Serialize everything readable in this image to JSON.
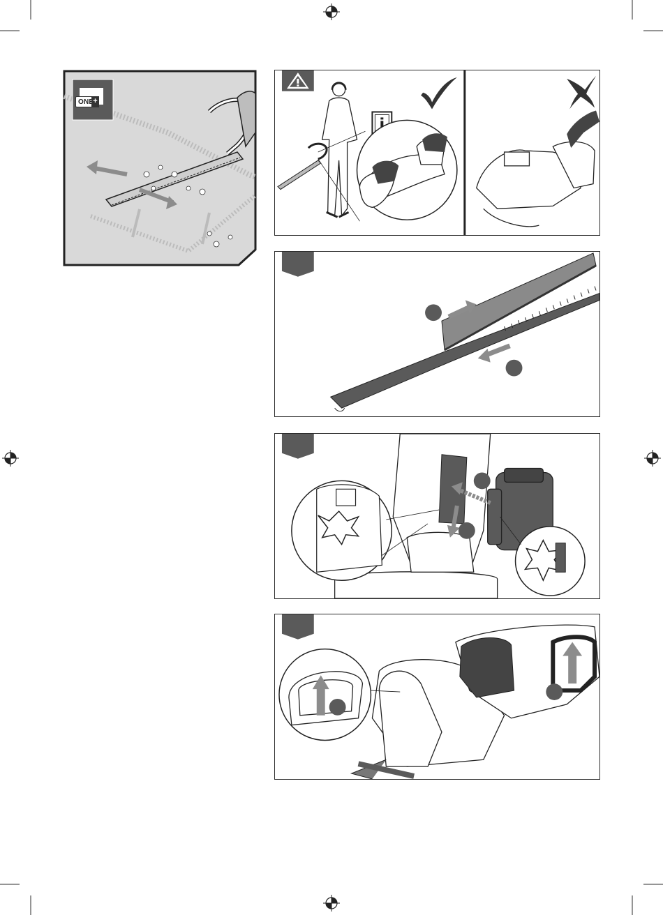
{
  "colors": {
    "line": "#2b2b2b",
    "grey_fill": "#d9d9d9",
    "badge": "#5a5a5a",
    "arrow": "#8c8c8c"
  },
  "figure_1": {
    "battery_badge": {
      "text": "ONE",
      "icon": "plus-icon"
    }
  },
  "figure_2": {
    "warning_icon": "warning-triangle-icon",
    "info_icon": "info-icon",
    "correct_icon": "checkmark-icon",
    "incorrect_icon": "cross-icon"
  },
  "steps": [
    {
      "name": "remove-blade-cover",
      "badge_icon": "step-pentagon-icon"
    },
    {
      "name": "insert-battery",
      "badge_icon": "step-pentagon-icon"
    },
    {
      "name": "lift-handle-locks",
      "badge_icon": "step-pentagon-icon"
    }
  ],
  "registration_marks": "crosshair-icon"
}
